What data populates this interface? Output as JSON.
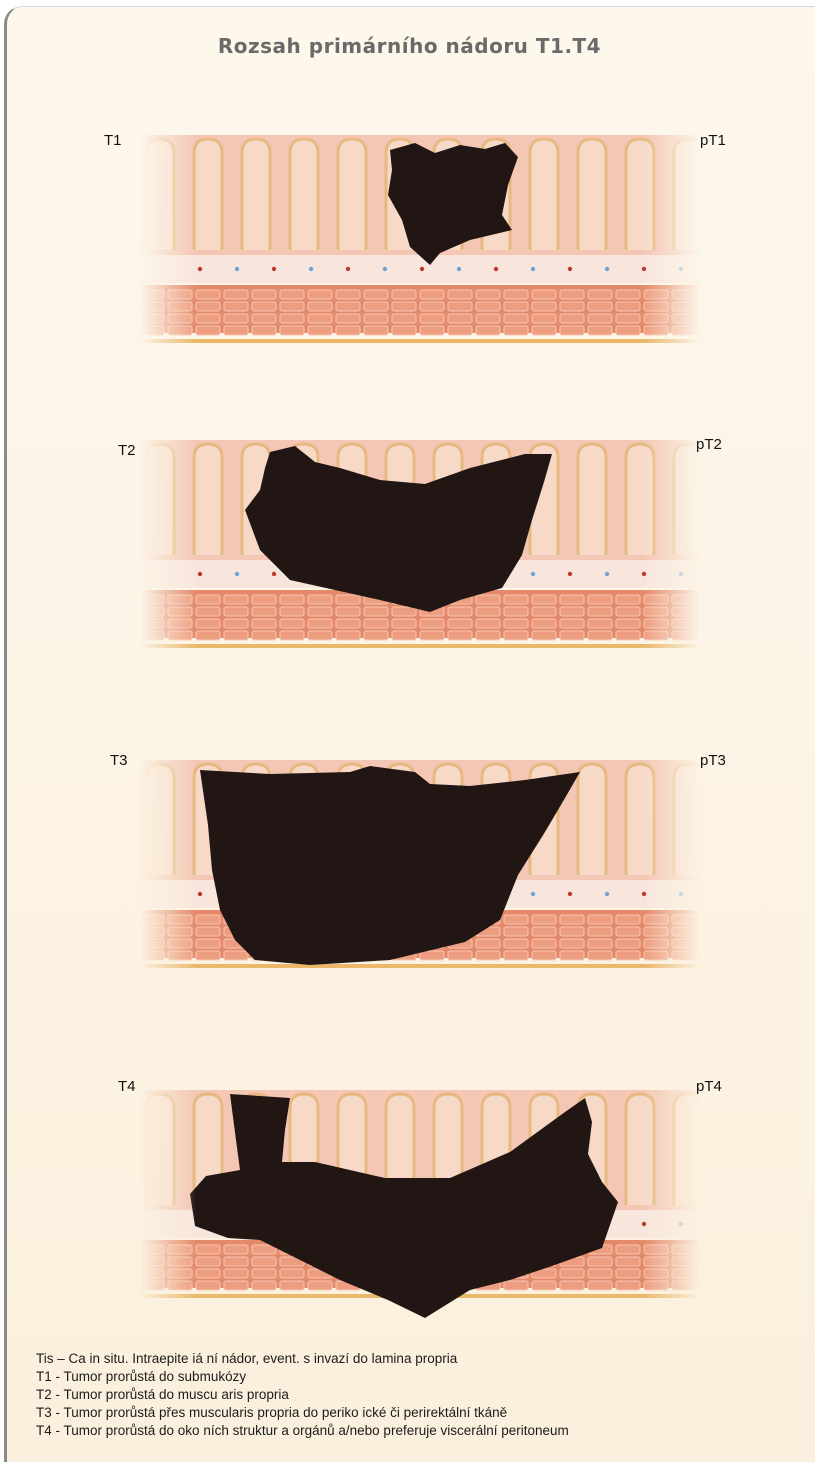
{
  "title": "Rozsah primárního nádoru T1.T4",
  "stages": [
    {
      "left_label": "T1",
      "right_label": "pT1"
    },
    {
      "left_label": "T2",
      "right_label": "pT2"
    },
    {
      "left_label": "T3",
      "right_label": "pT3"
    },
    {
      "left_label": "T4",
      "right_label": "pT4"
    }
  ],
  "legend": [
    "Tis – Ca in situ. Intraepite iá ní nádor, event. s invazí do lamina propria",
    "T1 - Tumor prorůstá do submukózy",
    "T2 - Tumor prorůstá do muscu aris propria",
    "T3 - Tumor prorůstá přes muscularis propria do periko ické či perirektální tkáně",
    "T4 - Tumor prorůstá do oko ních struktur a orgánů a/nebo preferuje viscerální peritoneum"
  ],
  "colors": {
    "villi_outline": "#e7b880",
    "villi_fill": "#f7d9c8",
    "mucosa": "#f3c7b4",
    "muscle": "#e48a6a",
    "serosa": "#e9b86b",
    "tumor": "#211614"
  }
}
